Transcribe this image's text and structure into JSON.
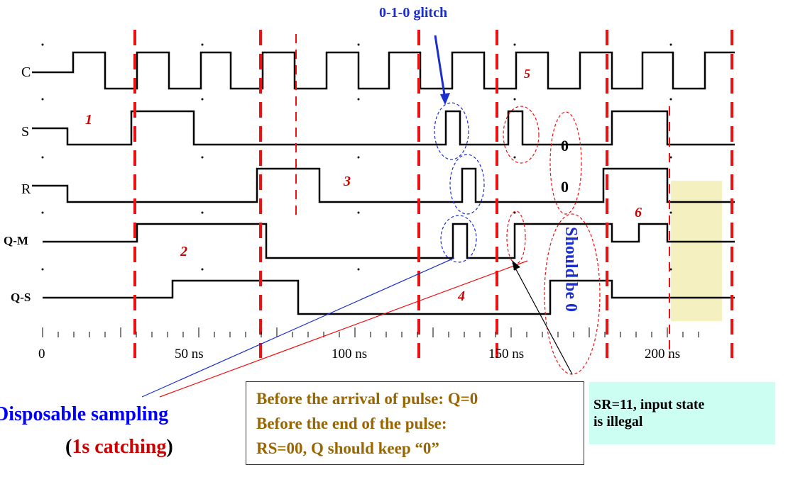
{
  "signals": [
    {
      "label": "C"
    },
    {
      "label": "S"
    },
    {
      "label": "R"
    },
    {
      "label": "Q-M"
    },
    {
      "label": "Q-S"
    }
  ],
  "axis": {
    "tick_labels": [
      "0",
      "50 ns",
      "100 ns",
      "150 ns",
      "200 ns"
    ]
  },
  "annotations": {
    "glitch_label": "0-1-0 glitch",
    "markers": [
      "1",
      "2",
      "3",
      "4",
      "5",
      "6"
    ],
    "zero_s": "0",
    "zero_r": "0",
    "should_be": "Should be 0"
  },
  "caption": {
    "line1": "Disposable sampling",
    "line2_open": "(",
    "line2_mid": "1s catching",
    "line2_close": ")"
  },
  "box_brown": {
    "line1": "Before the arrival of pulse: Q=0",
    "line2": "Before the end of the pulse:",
    "line3": "RS=00, Q should keep “0”"
  },
  "box_cyan": {
    "line1": "SR=11, input state",
    "line2": "is illegal"
  },
  "colors": {
    "dash_red": "#ee1111",
    "glitch_blue": "#1a2fcc",
    "highlight": "#f5f0c0",
    "note_brown": "#996600",
    "note_cyan_bg": "#ccfff2"
  }
}
